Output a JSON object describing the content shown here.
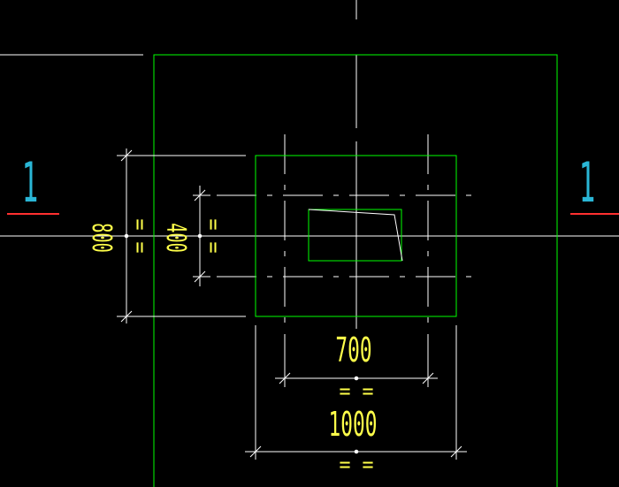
{
  "colors": {
    "background": "#000000",
    "outline_green": "#00ff00",
    "dimension_white": "#ffffff",
    "dimension_text_yellow": "#ffff4a",
    "section_number_cyan": "#2ab6d6",
    "section_line_red": "#ff3030"
  },
  "section_marks": {
    "left": "1",
    "right": "1"
  },
  "dimensions": {
    "outer_height": "800",
    "inner_height": "400",
    "inner_width": "700",
    "outer_width": "1000",
    "symmetry_mark": "= ="
  }
}
